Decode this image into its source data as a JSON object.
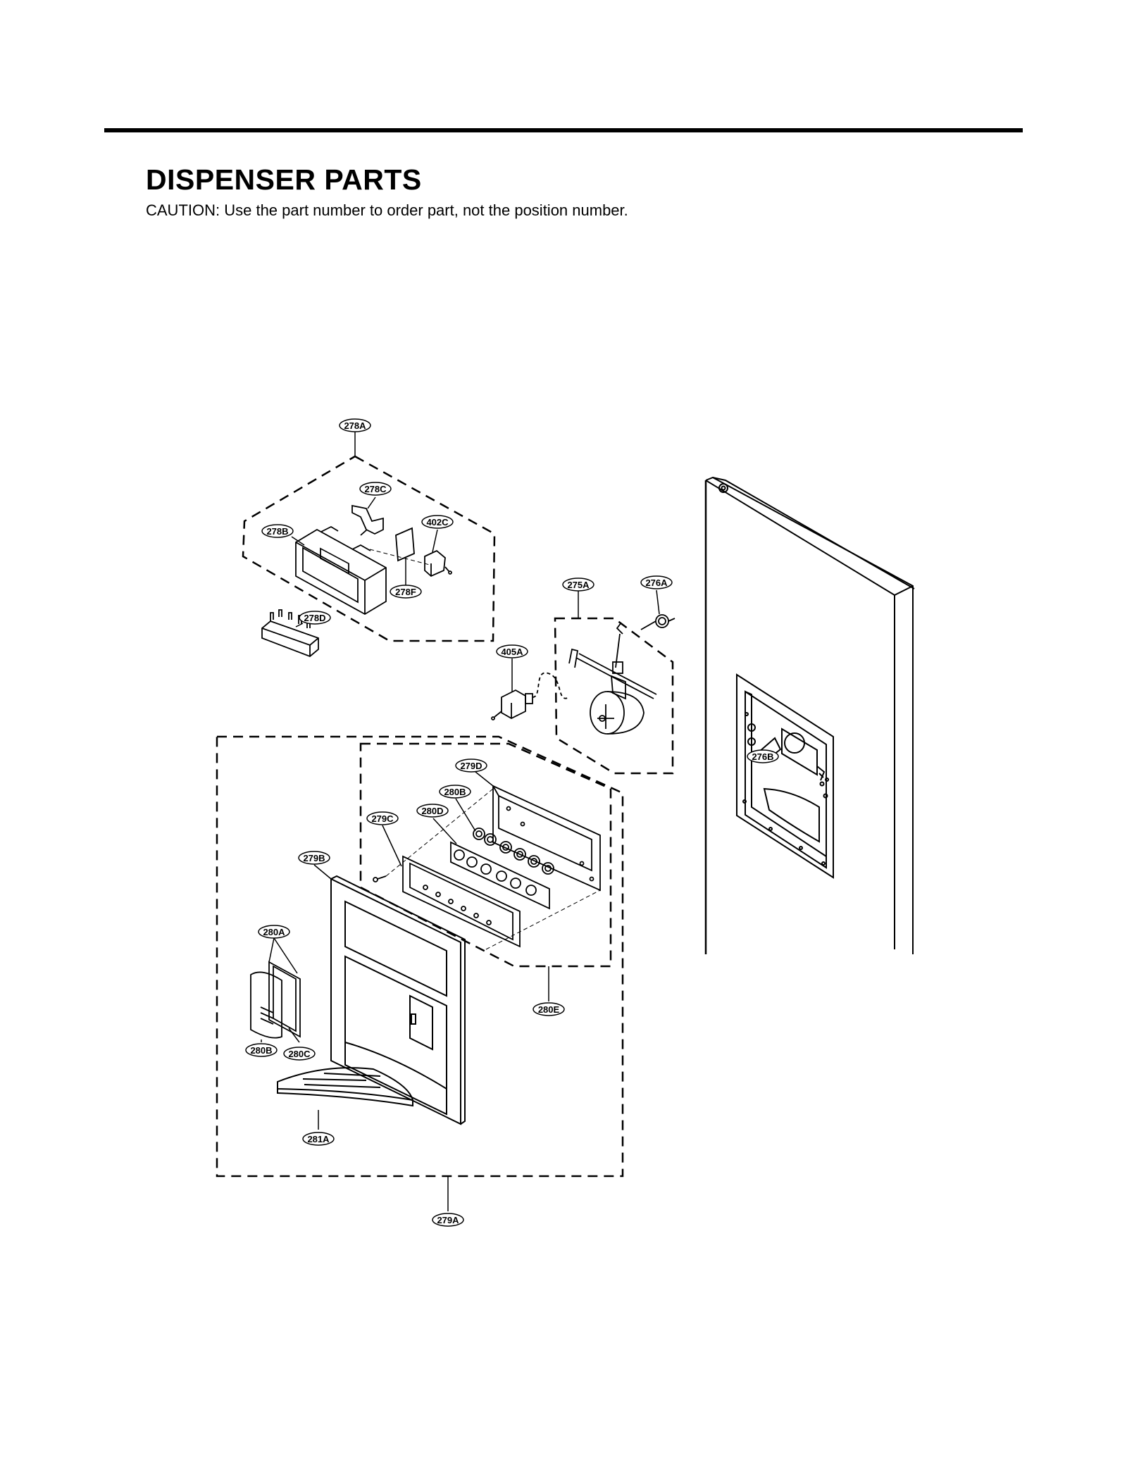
{
  "header": {
    "title": "DISPENSER PARTS",
    "caution": "CAUTION: Use the part number to order part, not the position number."
  },
  "callouts": [
    {
      "id": "c278a",
      "label": "278A"
    },
    {
      "id": "c278c",
      "label": "278C"
    },
    {
      "id": "c402c",
      "label": "402C"
    },
    {
      "id": "c278b",
      "label": "278B"
    },
    {
      "id": "c278f",
      "label": "278F"
    },
    {
      "id": "c278d",
      "label": "278D"
    },
    {
      "id": "c275a",
      "label": "275A"
    },
    {
      "id": "c276a",
      "label": "276A"
    },
    {
      "id": "c405a",
      "label": "405A"
    },
    {
      "id": "c276b",
      "label": "276B"
    },
    {
      "id": "c279d",
      "label": "279D"
    },
    {
      "id": "c280b_top",
      "label": "280B"
    },
    {
      "id": "c280d",
      "label": "280D"
    },
    {
      "id": "c279c",
      "label": "279C"
    },
    {
      "id": "c279b",
      "label": "279B"
    },
    {
      "id": "c280a",
      "label": "280A"
    },
    {
      "id": "c280e",
      "label": "280E"
    },
    {
      "id": "c280b_bot",
      "label": "280B"
    },
    {
      "id": "c280c",
      "label": "280C"
    },
    {
      "id": "c281a",
      "label": "281A"
    },
    {
      "id": "c279a",
      "label": "279A"
    }
  ]
}
